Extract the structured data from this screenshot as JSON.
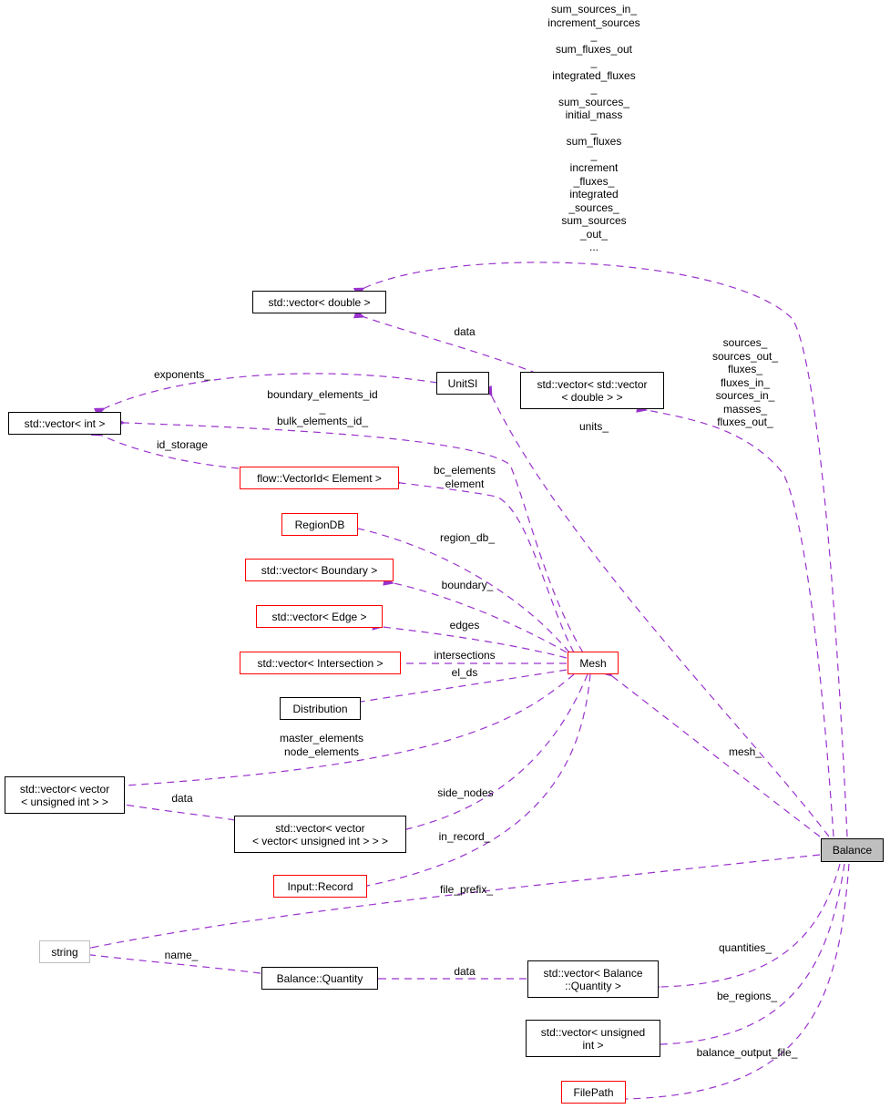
{
  "diagram": {
    "type": "collaboration-graph",
    "edge_color": "#9a32cd",
    "focus_node": "Balance",
    "nodes": {
      "balance": "Balance",
      "vec_double": "std::vector< double >",
      "vec_vec_double": "std::vector< std::vector\n< double > >",
      "unitsi": "UnitSI",
      "vec_int": "std::vector< int >",
      "vectorid": "flow::VectorId< Element >",
      "regiondb": "RegionDB",
      "vec_boundary": "std::vector< Boundary >",
      "vec_edge": "std::vector< Edge >",
      "vec_intersection": "std::vector< Intersection >",
      "distribution": "Distribution",
      "mesh": "Mesh",
      "vec_vec_uint": "std::vector< vector\n< unsigned int > >",
      "vec_vec_vec_uint": "std::vector< vector\n< vector< unsigned int > > >",
      "input_record": "Input::Record",
      "string": "string",
      "balance_quantity": "Balance::Quantity",
      "vec_balance_quantity": "std::vector< Balance\n::Quantity >",
      "vec_uint": "std::vector< unsigned\nint >",
      "filepath": "FilePath"
    },
    "edge_labels": {
      "double_members": "sum_sources_in_\nincrement_sources\n_\nsum_fluxes_out\n_\nintegrated_fluxes\n_\nsum_sources_\ninitial_mass\n_\nsum_fluxes\n_\nincrement\n_fluxes_\nintegrated\n_sources_\nsum_sources\n_out_\n...",
      "vvd_data": "data",
      "vvd_members": "sources_\nsources_out_\nfluxes_\nfluxes_in_\nsources_in_\nmasses_\nfluxes_out_",
      "units": "units_",
      "exponents": "exponents_",
      "elements_id": "boundary_elements_id\n_\nbulk_elements_id_",
      "id_storage": "id_storage",
      "bc_elements": "bc_elements\nelement",
      "region_db": "region_db_",
      "boundary": "boundary_",
      "edges": "edges",
      "intersections": "intersections",
      "el_ds": "el_ds",
      "master_elements": "master_elements\nnode_elements",
      "vvu_data": "data",
      "side_nodes": "side_nodes",
      "in_record": "in_record_",
      "mesh": "mesh_",
      "file_prefix": "file_prefix_",
      "name": "name_",
      "quantity_data": "data",
      "quantities": "quantities_",
      "be_regions": "be_regions_",
      "balance_output_file": "balance_output_file_"
    }
  }
}
